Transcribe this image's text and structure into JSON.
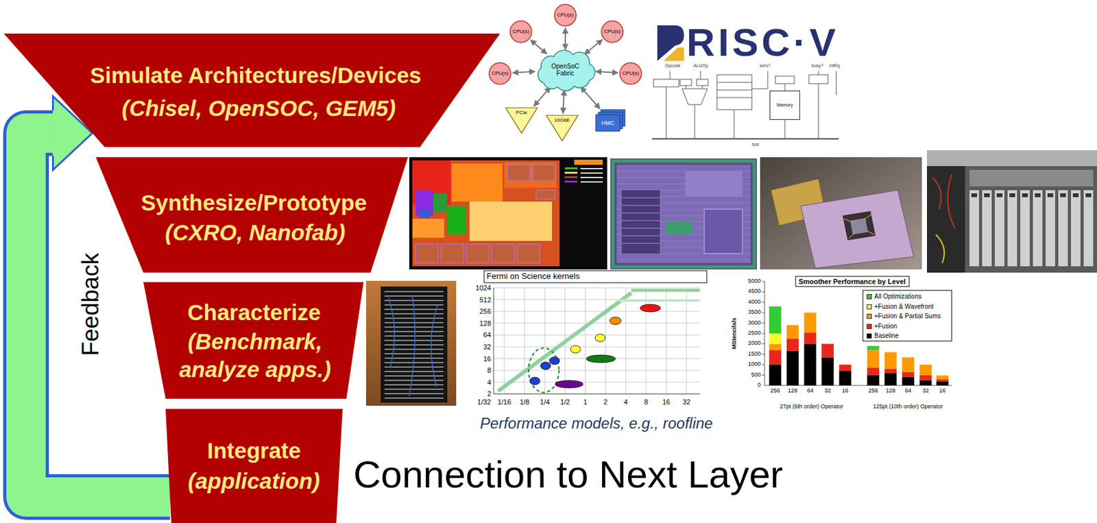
{
  "diagram": {
    "nodes": [
      {
        "text": [
          "Simulate Architectures/Devices",
          "(Chisel, OpenSOC, GEM5)"
        ]
      },
      {
        "text": [
          "Synthesize/Prototype",
          "(CXRO, Nanofab)"
        ]
      },
      {
        "text": [
          "Characterize",
          "(Benchmark, analyze apps.)"
        ]
      },
      {
        "text": [
          "Integrate",
          "(application)"
        ]
      },
      {
        "text": [
          "CPU(s)"
        ]
      },
      {
        "text": [
          "CPU(s)"
        ]
      },
      {
        "text": [
          "CPU(s)"
        ]
      },
      {
        "text": [
          "CPU(s)"
        ]
      },
      {
        "text": [
          "OpenSoC Fabric"
        ]
      },
      {
        "text": [
          "CPU(s)"
        ]
      },
      {
        "text": [
          "PCIe"
        ]
      },
      {
        "text": [
          "10GbE"
        ]
      },
      {
        "text": [
          "HMC"
        ]
      },
      {
        "text": [
          "Memory"
        ]
      }
    ],
    "edges": [
      {
        "from": 3,
        "to": 0,
        "arrow": "to",
        "label": "Feedback"
      },
      {
        "from": 8,
        "to": 4,
        "arrow": "both"
      },
      {
        "from": 8,
        "to": 5,
        "arrow": "both"
      },
      {
        "from": 8,
        "to": 6,
        "arrow": "both"
      },
      {
        "from": 8,
        "to": 7,
        "arrow": "both"
      },
      {
        "from": 8,
        "to": 9,
        "arrow": "both"
      },
      {
        "from": 8,
        "to": 10,
        "arrow": "both"
      },
      {
        "from": 8,
        "to": 11,
        "arrow": "both"
      },
      {
        "from": 8,
        "to": 12,
        "arrow": "both"
      }
    ],
    "labels": [
      "RISC·V",
      "Opcode",
      "ALUOp",
      "zero?",
      "busy?",
      "IntRq",
      "bus",
      "Fermi on Science kernels",
      "1024",
      "512",
      "256",
      "128",
      "64",
      "32",
      "16",
      "8",
      "4",
      "2",
      "1/32",
      "1/16",
      "1/8",
      "1/4",
      "1/2",
      "1",
      "2",
      "4",
      "8",
      "16",
      "32",
      "Performance models, e.g., roofline",
      "Smoother Performance by Level",
      "MStencils/s",
      "5000",
      "4500",
      "4000",
      "3500",
      "3000",
      "2500",
      "2000",
      "1500",
      "1000",
      "500",
      "0",
      "256",
      "128",
      "64",
      "32",
      "16",
      "256",
      "128",
      "64",
      "32",
      "16",
      "27pt (6th order) Operator",
      "125pt (10th order) Operator",
      "Connection to Next Layer"
    ],
    "legend": [
      {
        "text": "All Optimizations",
        "color": "#33cc33"
      },
      {
        "text": "+Fusion & Wavefront",
        "color": "#ffff33"
      },
      {
        "text": "+Fusion & Partial Sums",
        "color": "#ff9900"
      },
      {
        "text": "+Fusion",
        "color": "#e8261a"
      },
      {
        "text": "Baseline",
        "color": "#000000"
      }
    ]
  }
}
